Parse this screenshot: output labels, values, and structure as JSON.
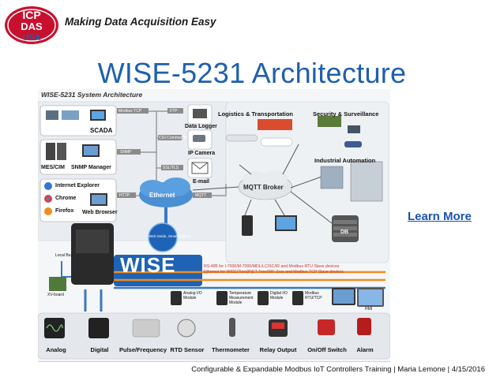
{
  "header": {
    "logo_text_top": "ICP",
    "logo_text_mid": "DAS",
    "logo_text_bottom": "USA",
    "tagline": "Making Data Acquisition Easy"
  },
  "slide": {
    "title": "WISE-5231 Architecture",
    "learn_more": "Learn More",
    "footer": "Configurable & Expandable Modbus IoT Controllers Training | Maria Lemone | 4/15/2016"
  },
  "diagram": {
    "system_title": "WISE-5231 System Architecture",
    "protocols": {
      "modbus_tcp": "Modbus TCP",
      "snmp": "SNMP",
      "http": "HTTP",
      "ftp": "FTP",
      "cgi": "CGI Commands",
      "ssl": "SSL/TLS",
      "mqtt": "MQTT"
    },
    "left_items": {
      "scada": "SCADA",
      "mes": "MES/CIM",
      "snmp_manager": "SNMP Manager",
      "ie": "Internet Explorer",
      "chrome": "Chrome",
      "firefox": "Firefox",
      "web_browser": "Web Browser"
    },
    "middle_items": {
      "data_logger": "Data Logger",
      "ip_camera": "IP Camera",
      "email": "E-mail",
      "ethernet": "Ethernet"
    },
    "right_items": {
      "logistics": "Logistics & Transportation",
      "security": "Security & Surveillance",
      "industrial": "Industrial Automation",
      "mqtt_broker": "MQTT Broker",
      "db": "DB"
    },
    "wise_device": {
      "name": "WISE",
      "sub": "Web Inside, Smart Engine",
      "local_bus": "Local Bus",
      "xv_board": "XV-board"
    },
    "rs485": {
      "line1": "RS-485 for I-7000/M-7000/MDL/LC/SC/IR and Modbus RTU Slave devices",
      "line2": "Ethernet for WISE/7Ixx/(P)ET-7xxx/WF-2xxx and Modbus TCP Slave devices"
    },
    "modules": {
      "analog_io": "Analog I/O Module",
      "temperature": "Temperature Measurement Module",
      "digital_io": "Digital I/O Module",
      "modbus_rtu": "Modbus RTU/TCP",
      "hmi": "HMI"
    },
    "bottom_items": [
      "Analog",
      "Digital",
      "Pulse/Frequency",
      "RTD Sensor",
      "Thermometer",
      "Relay Output",
      "On/Off Switch",
      "Alarm"
    ]
  },
  "colors": {
    "title_blue": "#1f5fae",
    "link_blue": "#1a52b5",
    "ethernet_blue": "#4a8fd1",
    "orange_bus": "#f08c1e",
    "logo_red": "#c8102e"
  }
}
